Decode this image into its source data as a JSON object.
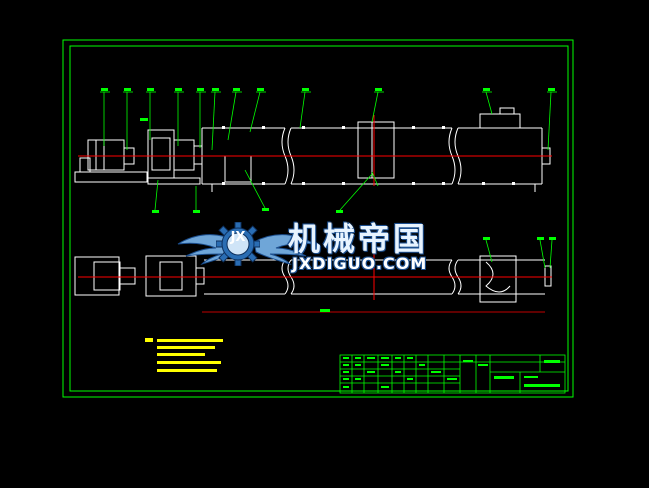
{
  "watermark": {
    "title_cn": "机械帝国",
    "url": "JXDIGUO.COM",
    "logo_letters": "JX"
  },
  "colors": {
    "background": "#000000",
    "frame": "#00ff00",
    "outline": "#ffffff",
    "centerline": "#ff0000",
    "leader": "#00ff00",
    "notes": "#ffff00",
    "logo_blue": "#1c4f8f"
  },
  "icons": [
    "gear-logo-icon",
    "wing-icon"
  ]
}
